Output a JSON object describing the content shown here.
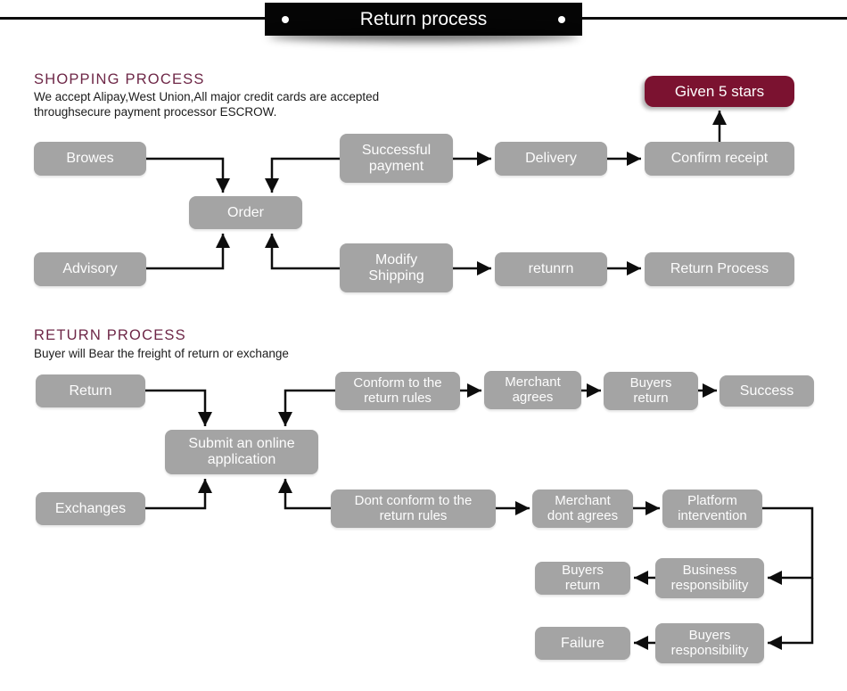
{
  "banner": {
    "title": "Return process"
  },
  "shopping_section": {
    "heading": "SHOPPING PROCESS",
    "description_line1": "We accept Alipay,West Union,All major credit cards are accepted",
    "description_line2": "throughsecure payment processor ESCROW."
  },
  "return_section": {
    "heading": "RETURN PROCESS",
    "description_line1": "Buyer will Bear the freight of return or exchange"
  },
  "nodes": {
    "browes": {
      "label": "Browes"
    },
    "successful_payment": {
      "label": "Successful payment"
    },
    "delivery": {
      "label": "Delivery"
    },
    "confirm_receipt": {
      "label": "Confirm receipt"
    },
    "given_5_stars": {
      "label": "Given 5 stars"
    },
    "order": {
      "label": "Order"
    },
    "advisory": {
      "label": "Advisory"
    },
    "modify_shipping": {
      "label": "Modify Shipping"
    },
    "retunrn": {
      "label": "retunrn"
    },
    "return_process": {
      "label": "Return Process"
    },
    "return_box": {
      "label": "Return"
    },
    "conform_rules": {
      "label": "Conform to the return rules"
    },
    "merchant_agrees": {
      "label": "Merchant agrees"
    },
    "buyers_return_top": {
      "label": "Buyers return"
    },
    "success": {
      "label": "Success"
    },
    "submit_application": {
      "label": "Submit an online application"
    },
    "exchanges": {
      "label": "Exchanges"
    },
    "dont_conform_rules": {
      "label": "Dont conform to the return rules"
    },
    "merchant_dont_agrees": {
      "label": "Merchant dont agrees"
    },
    "platform_intervention": {
      "label": "Platform intervention"
    },
    "buyers_return_bottom": {
      "label": "Buyers return"
    },
    "business_responsibility": {
      "label": "Business responsibility"
    },
    "failure": {
      "label": "Failure"
    },
    "buyers_responsibility": {
      "label": "Buyers responsibility"
    }
  },
  "edges": [
    {
      "from": "browes",
      "to": "order"
    },
    {
      "from": "successful_payment",
      "to": "order"
    },
    {
      "from": "successful_payment",
      "to": "delivery"
    },
    {
      "from": "delivery",
      "to": "confirm_receipt"
    },
    {
      "from": "confirm_receipt",
      "to": "given_5_stars"
    },
    {
      "from": "advisory",
      "to": "order"
    },
    {
      "from": "modify_shipping",
      "to": "order"
    },
    {
      "from": "modify_shipping",
      "to": "retunrn"
    },
    {
      "from": "retunrn",
      "to": "return_process"
    },
    {
      "from": "return_box",
      "to": "submit_application"
    },
    {
      "from": "conform_rules",
      "to": "submit_application"
    },
    {
      "from": "conform_rules",
      "to": "merchant_agrees"
    },
    {
      "from": "merchant_agrees",
      "to": "buyers_return_top"
    },
    {
      "from": "buyers_return_top",
      "to": "success"
    },
    {
      "from": "exchanges",
      "to": "submit_application"
    },
    {
      "from": "dont_conform_rules",
      "to": "submit_application"
    },
    {
      "from": "dont_conform_rules",
      "to": "merchant_dont_agrees"
    },
    {
      "from": "merchant_dont_agrees",
      "to": "platform_intervention"
    },
    {
      "from": "platform_intervention",
      "to": "business_responsibility"
    },
    {
      "from": "platform_intervention",
      "to": "buyers_responsibility"
    },
    {
      "from": "business_responsibility",
      "to": "buyers_return_bottom"
    },
    {
      "from": "buyers_responsibility",
      "to": "failure"
    }
  ],
  "colors": {
    "node_fill": "#a4a4a4",
    "node_text": "#fdfdfd",
    "accent_fill": "#7b1230",
    "heading_color": "#6e2747",
    "banner_fill": "#050505",
    "arrow_color": "#0d0d0d"
  }
}
